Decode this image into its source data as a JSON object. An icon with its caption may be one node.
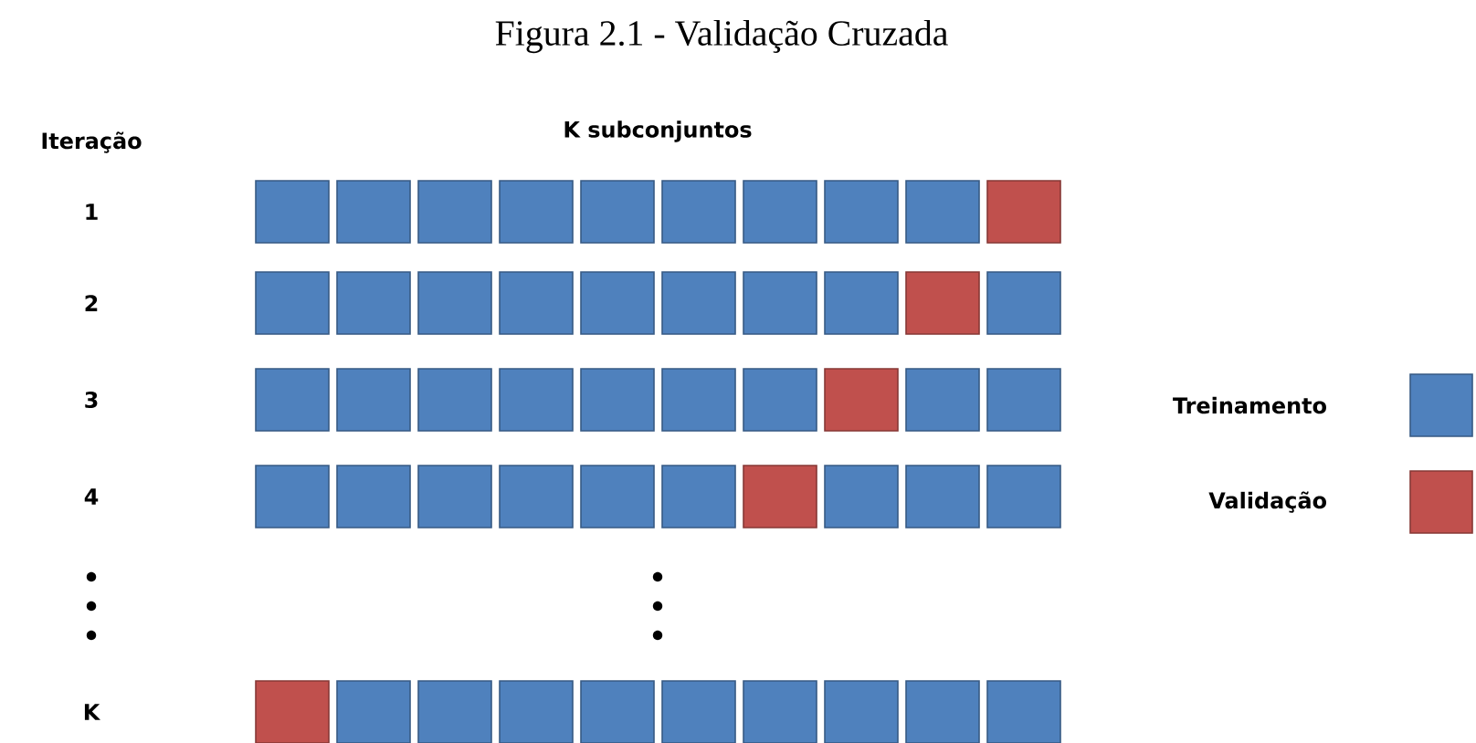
{
  "diagram": {
    "title": "Figura 2.1 - Validação Cruzada",
    "labels": [
      "Iteração",
      "K subconjuntos",
      "1",
      "2",
      "3",
      "4",
      "K"
    ],
    "legend": [
      {
        "text": "Treinamento",
        "color": "#4f81bd"
      },
      {
        "text": "Validação",
        "color": "#c0504d"
      }
    ]
  }
}
